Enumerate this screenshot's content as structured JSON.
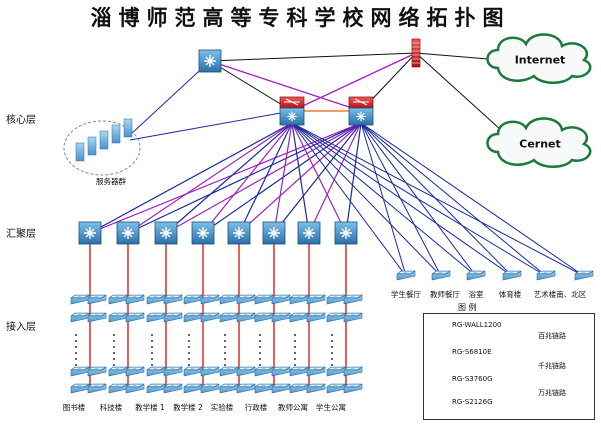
{
  "title": "淄博师范高等专科学校网络拓扑图",
  "layers": {
    "core": "核心层",
    "aggregation": "汇聚层",
    "access": "接入层"
  },
  "clouds": {
    "internet": "Internet",
    "cernet": "Cernet"
  },
  "server_cluster": "服务器群",
  "buildings": [
    "图书楼",
    "科技楼",
    "教学楼 1",
    "教学楼 2",
    "实验楼",
    "行政楼",
    "教师公寓",
    "学生公寓"
  ],
  "edge_sites": [
    "学生餐厅",
    "教师餐厅",
    "浴室",
    "体育楼",
    "艺术楼南、北区"
  ],
  "legend": {
    "title": "图 例",
    "devices": [
      "RG-WALL1200",
      "RG-S6810E",
      "RG-S3760G",
      "RG-S2126G"
    ],
    "links": [
      "百兆链路",
      "千兆链路",
      "万兆链路"
    ]
  },
  "colors": {
    "hundred_mbps": "#111111",
    "gigabit": "#a020c0",
    "ten_gigabit": "#f07a3a",
    "trunk_blue": "#1a2aa0",
    "access_red": "#d81e1e",
    "switch_blue": "#3d8fc6"
  }
}
